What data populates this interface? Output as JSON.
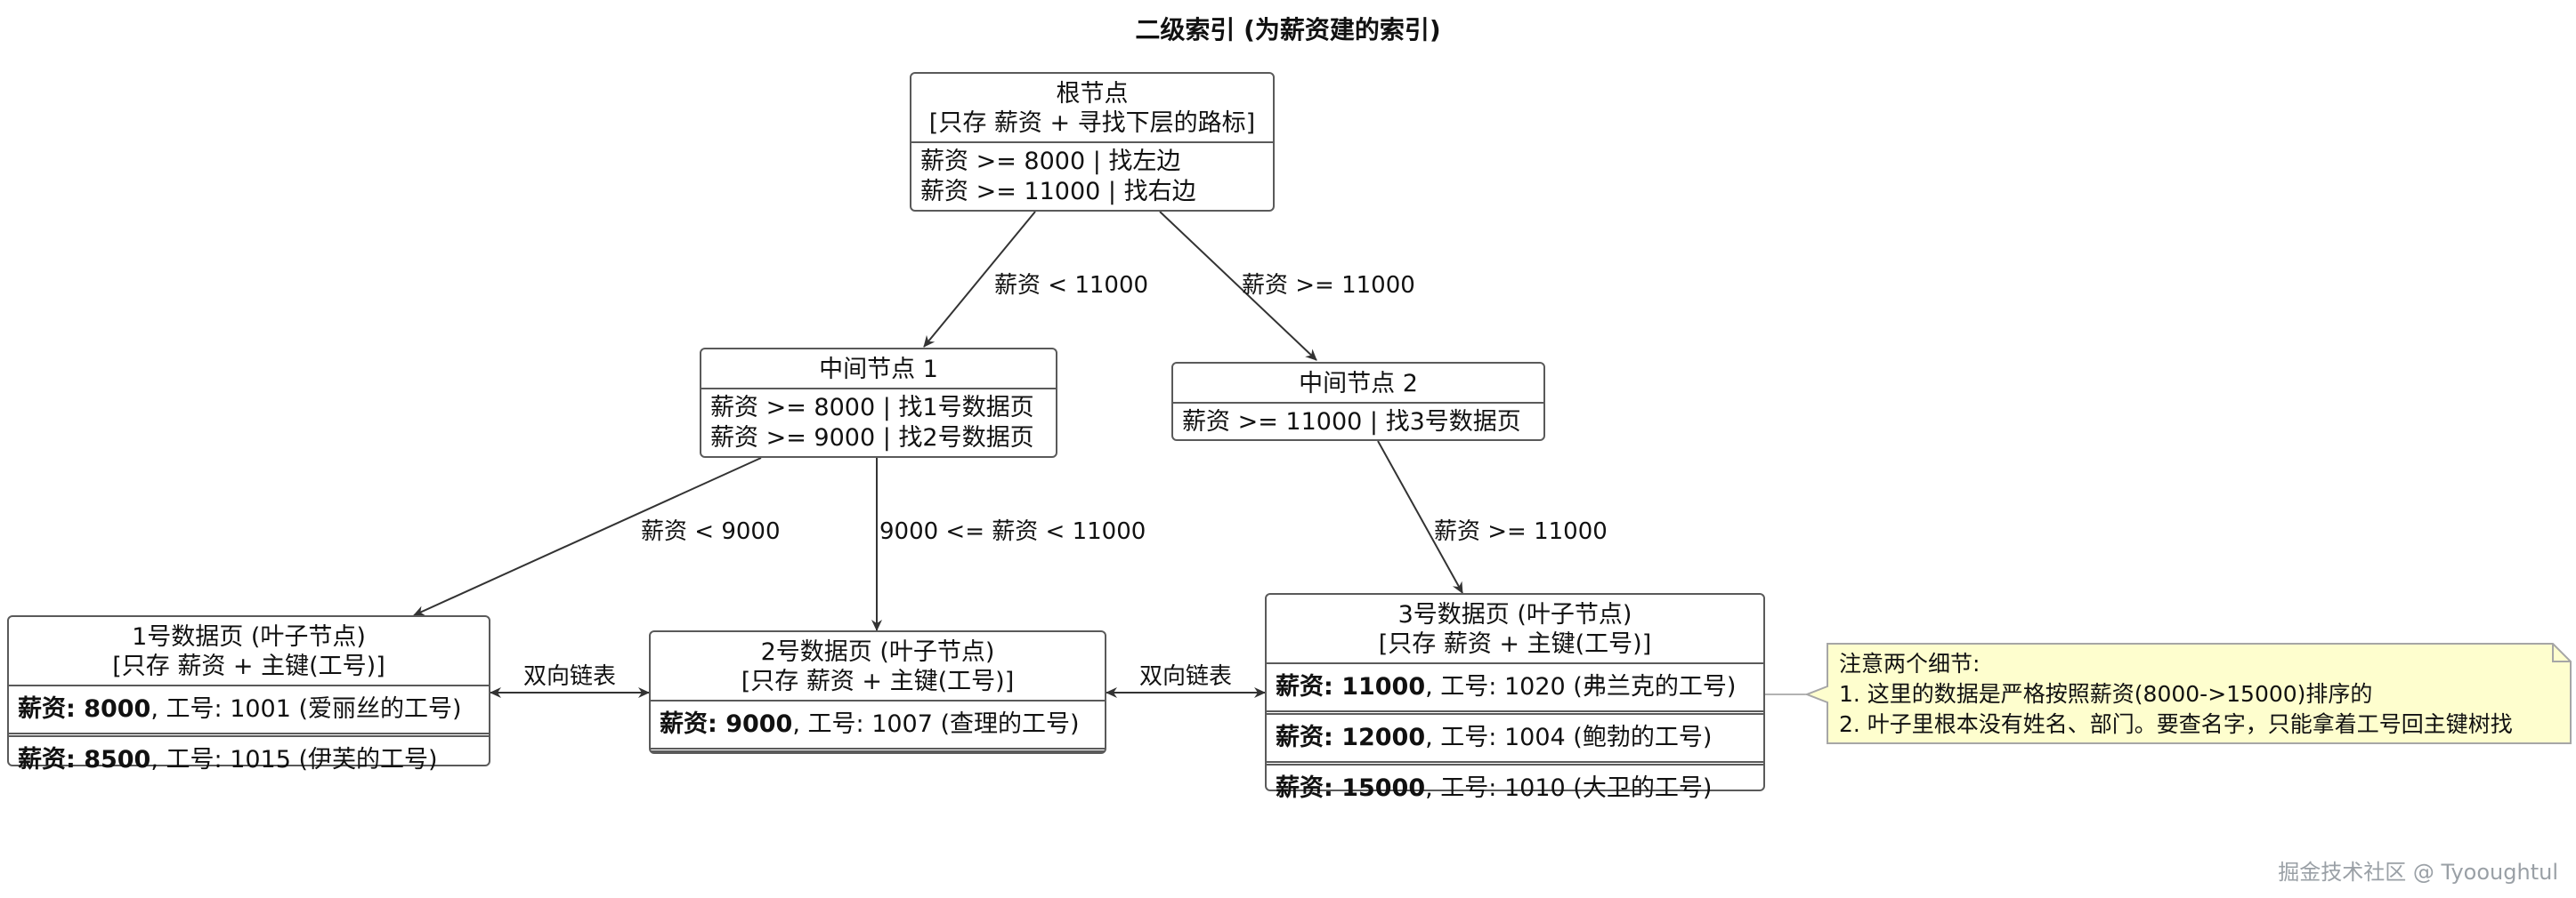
{
  "title": "二级索引 (为薪资建的索引)",
  "root": {
    "name": "根节点",
    "desc": "[只存 薪资 + 寻找下层的路标]",
    "rows": [
      "薪资 >= 8000 | 找左边",
      "薪资 >= 11000 | 找右边"
    ]
  },
  "mid1": {
    "name": "中间节点 1",
    "rows": [
      "薪资 >= 8000 | 找1号数据页",
      "薪资 >= 9000 | 找2号数据页"
    ]
  },
  "mid2": {
    "name": "中间节点 2",
    "rows": [
      "薪资 >= 11000 | 找3号数据页"
    ]
  },
  "leaf1": {
    "name": "1号数据页 (叶子节点)",
    "desc": "[只存 薪资 + 主键(工号)]",
    "rows": [
      {
        "key": "薪资: 8000",
        "rest": ", 工号: 1001 (爱丽丝的工号)"
      },
      {
        "key": "薪资: 8500",
        "rest": ", 工号: 1015 (伊芙的工号)"
      }
    ]
  },
  "leaf2": {
    "name": "2号数据页 (叶子节点)",
    "desc": "[只存 薪资 + 主键(工号)]",
    "rows": [
      {
        "key": "薪资: 9000",
        "rest": ", 工号: 1007 (查理的工号)"
      }
    ]
  },
  "leaf3": {
    "name": "3号数据页 (叶子节点)",
    "desc": "[只存 薪资 + 主键(工号)]",
    "rows": [
      {
        "key": "薪资: 11000",
        "rest": ", 工号: 1020 (弗兰克的工号)"
      },
      {
        "key": "薪资: 12000",
        "rest": ", 工号: 1004 (鲍勃的工号)"
      },
      {
        "key": "薪资: 15000",
        "rest": ", 工号: 1010 (大卫的工号)"
      }
    ]
  },
  "edges": {
    "root_mid1": "薪资 < 11000",
    "root_mid2": "薪资 >= 11000",
    "mid1_leaf1": "薪资 < 9000",
    "mid1_leaf2": "9000 <= 薪资 < 11000",
    "mid2_leaf3": "薪资 >= 11000",
    "leaf1_leaf2": "双向链表",
    "leaf2_leaf3": "双向链表"
  },
  "note": {
    "line1": "注意两个细节:",
    "line2": "1. 这里的数据是严格按照薪资(8000->15000)排序的",
    "line3": "2. 叶子里根本没有姓名、部门。要查名字，只能拿着工号回主键树找"
  },
  "watermark": "掘金技术社区 @ Tyooughtul",
  "colors": {
    "border": "#5a5a5a",
    "note_bg": "#fefece",
    "note_border": "#a6a6a6",
    "arrow": "#333333"
  }
}
